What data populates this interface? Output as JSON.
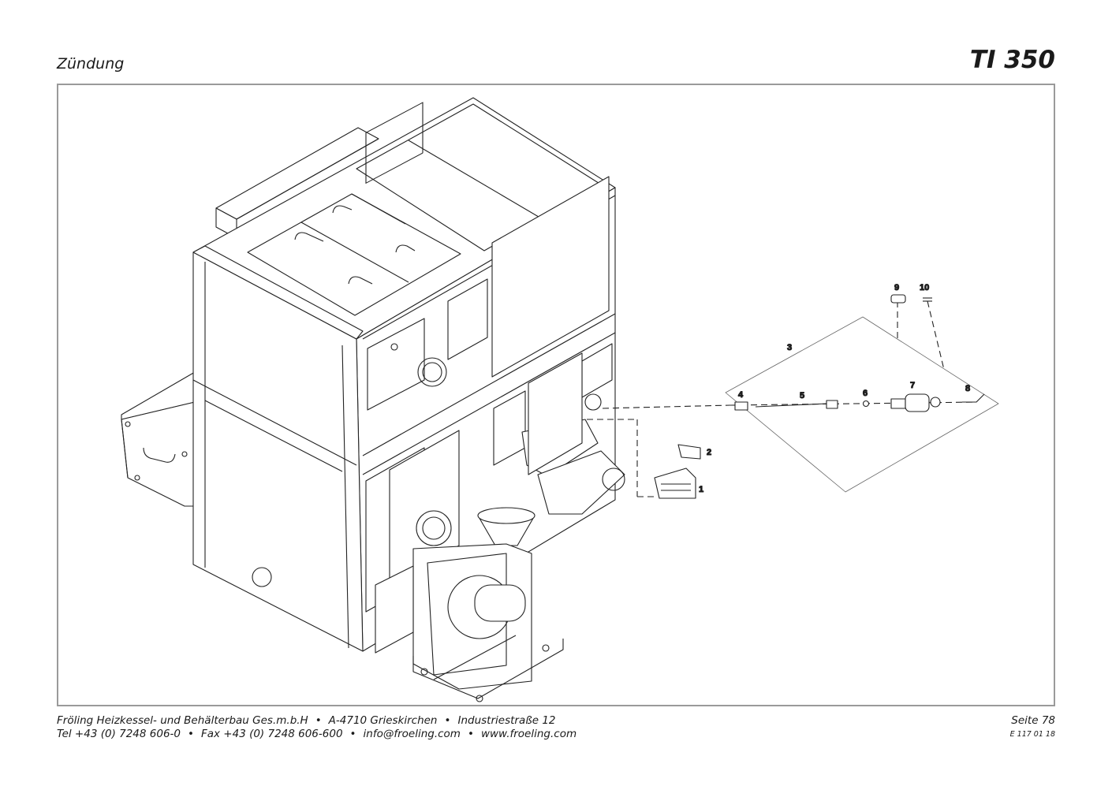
{
  "header": {
    "title": "Zündung",
    "model": "TI 350"
  },
  "drawing": {
    "part_labels": [
      "1",
      "2",
      "3",
      "4",
      "5",
      "6",
      "7",
      "8",
      "9",
      "10"
    ]
  },
  "footer": {
    "company": "Fröling Heizkessel- und Behälterbau Ges.m.b.H",
    "address": "A-4710 Grieskirchen",
    "street": "Industriestraße 12",
    "tel": "Tel +43 (0) 7248 606-0",
    "fax": "Fax +43 (0) 7248 606-600",
    "email": "info@froeling.com",
    "web": "www.froeling.com",
    "bullet": "•",
    "page": "Seite 78",
    "code": "E 117 01 18"
  }
}
